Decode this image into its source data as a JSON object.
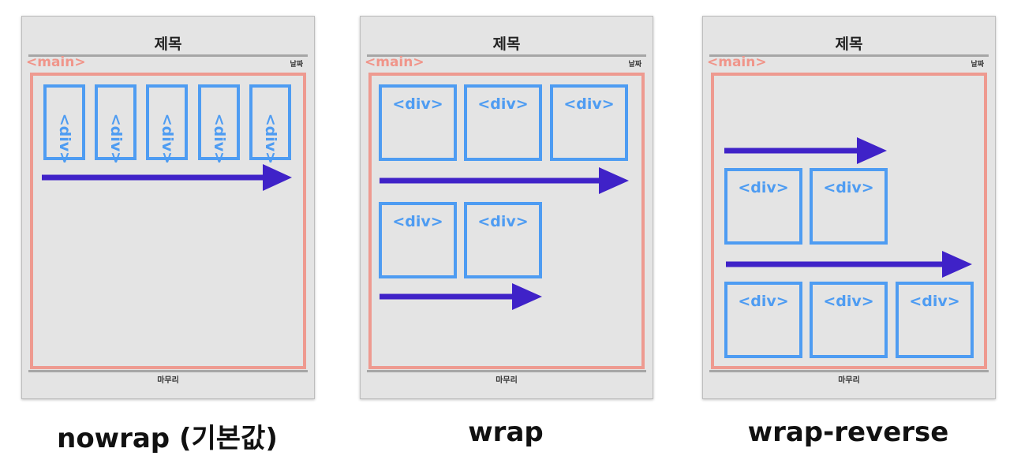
{
  "panel": {
    "title": "제목",
    "main_tag": "<main>",
    "date": "날짜",
    "footer": "마무리",
    "div_tag": "<div>"
  },
  "captions": {
    "nowrap": "nowrap (기본값)",
    "wrap": "wrap",
    "wrap_reverse": "wrap-reverse"
  },
  "colors": {
    "main_border": "#ee9a90",
    "div_border": "#4e9cf2",
    "arrow": "#3f22c8",
    "panel_bg": "#e4e4e4"
  }
}
